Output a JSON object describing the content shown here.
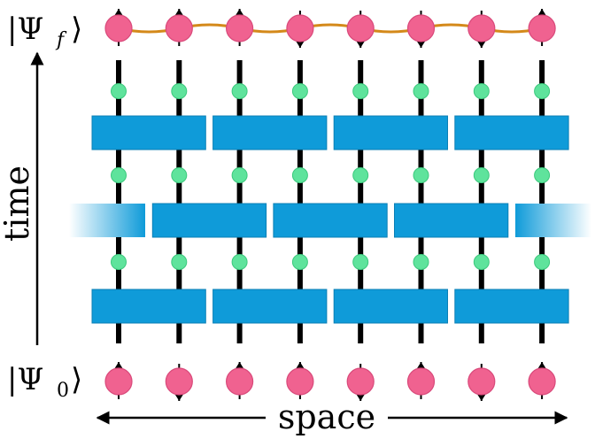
{
  "labels": {
    "final_state": "|Ψ",
    "final_state_sub": "f",
    "initial_state": "|Ψ",
    "initial_state_sub": "0",
    "time_axis": "time",
    "space_axis": "space"
  },
  "colors": {
    "gate": "#0f9bd9",
    "gate_fade": "#9fd9f2",
    "spin": "#f06290",
    "measurement_dot": "#5fe39c",
    "entanglement": "#d4891a",
    "line": "#000000"
  },
  "num_sites": 8,
  "initial_spins": [
    "up",
    "down",
    "up",
    "up",
    "down",
    "up",
    "down",
    "up"
  ],
  "final_spins": [
    "up",
    "up",
    "up",
    "down",
    "down",
    "down",
    "down",
    "up"
  ],
  "gate_layers": [
    {
      "pairs": [
        [
          1,
          2
        ],
        [
          3,
          4
        ],
        [
          5,
          6
        ],
        [
          7,
          8
        ]
      ],
      "boundary_fade": false
    },
    {
      "pairs": [
        [
          2,
          3
        ],
        [
          4,
          5
        ],
        [
          6,
          7
        ]
      ],
      "boundary_fade": true
    },
    {
      "pairs": [
        [
          1,
          2
        ],
        [
          3,
          4
        ],
        [
          5,
          6
        ],
        [
          7,
          8
        ]
      ],
      "boundary_fade": false
    }
  ],
  "measurement_rows": 3
}
